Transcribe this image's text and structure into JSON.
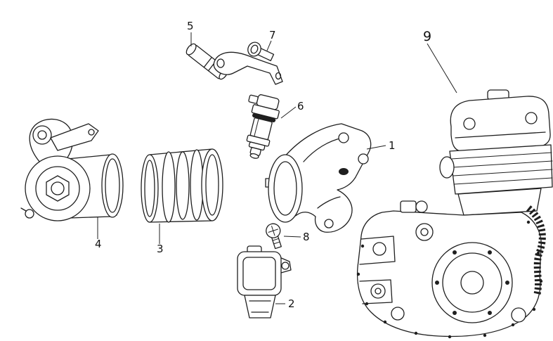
{
  "diagram": {
    "kind": "exploded-parts-diagram",
    "colors": {
      "background": "#ffffff",
      "line": "#1f1f1f",
      "label": "#111111"
    },
    "callouts": [
      {
        "part": "intake-manifold",
        "label": "1"
      },
      {
        "part": "map-sensor",
        "label": "2"
      },
      {
        "part": "intake-duct",
        "label": "3"
      },
      {
        "part": "throttle-body",
        "label": "4"
      },
      {
        "part": "vacuum-tube",
        "label": "5"
      },
      {
        "part": "fuel-injector",
        "label": "6"
      },
      {
        "part": "sensor-bracket",
        "label": "7"
      },
      {
        "part": "screw",
        "label": "8"
      },
      {
        "part": "engine-assembly",
        "label": "9"
      }
    ]
  }
}
